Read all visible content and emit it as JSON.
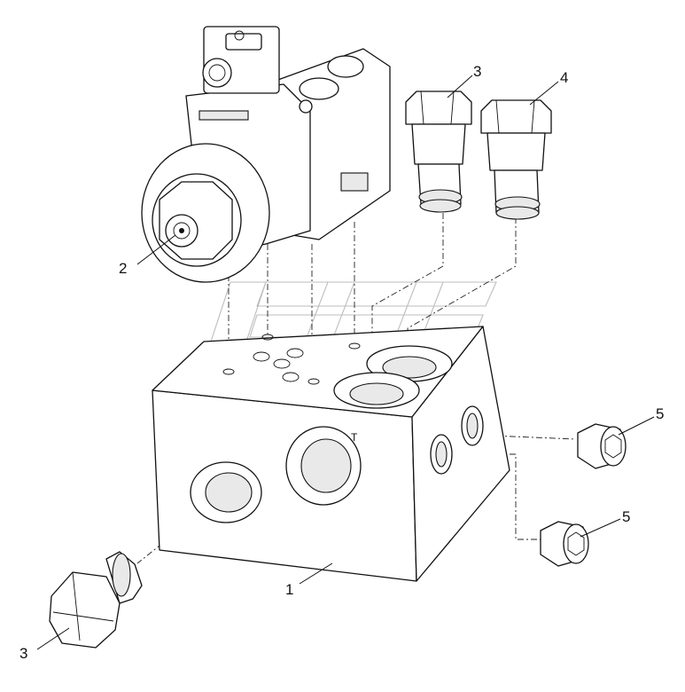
{
  "callouts": {
    "c1": "1",
    "c2": "2",
    "c3_top": "3",
    "c3_bottom": "3",
    "c4": "4",
    "c5_top": "5",
    "c5_bottom": "5"
  },
  "port_mark": "T",
  "colors": {
    "line": "#111111",
    "watermark": "#bdbdbd",
    "background": "#ffffff"
  }
}
